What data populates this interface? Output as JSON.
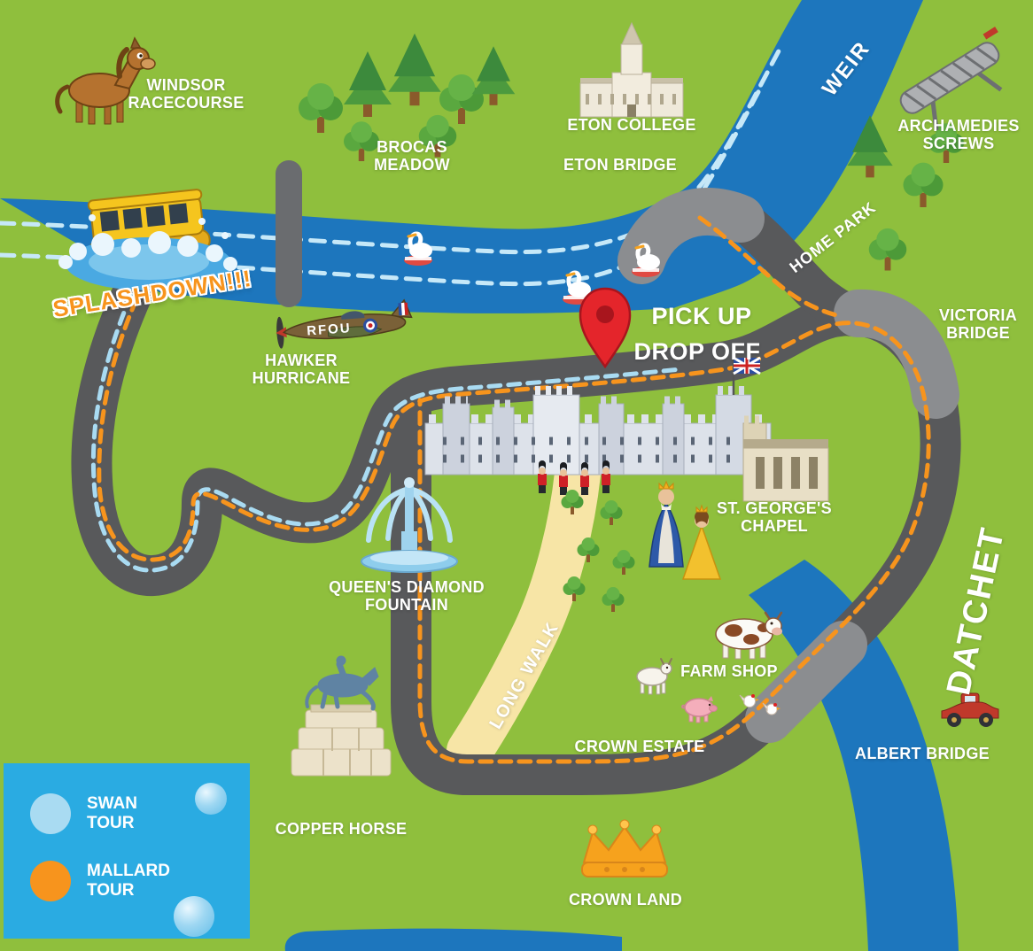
{
  "legend": {
    "swan_tour": "SWAN TOUR",
    "mallard_tour": "MALLARD TOUR",
    "swan_color": "#a9dbf2",
    "mallard_color": "#f7941d",
    "panel_color": "#2aabe2"
  },
  "colors": {
    "grass": "#8fbf3d",
    "river": "#1d76bd",
    "road": "#58595b",
    "bridge": "#8b8d90",
    "swan_route": "#a9dbf2",
    "mallard_route": "#f7941d",
    "long_walk_path": "#f7e5a6",
    "pin": "#e4252b"
  },
  "labels": {
    "windsor_racecourse": "WINDSOR RACECOURSE",
    "brocas_meadow": "BROCAS MEADOW",
    "eton_college": "ETON COLLEGE",
    "eton_bridge": "ETON BRIDGE",
    "weir": "WEIR",
    "archamedies_screws": "ARCHAMEDIES SCREWS",
    "home_park": "HOME PARK",
    "victoria_bridge": "VICTORIA BRIDGE",
    "splashdown": "SPLASHDOWN!!!",
    "hawker_hurricane": "HAWKER HURRICANE",
    "pick_up": "PICK UP",
    "drop_off": "DROP OFF",
    "st_georges_chapel": "ST. GEORGE'S CHAPEL",
    "queens_diamond_fountain": "QUEEN'S DIAMOND FOUNTAIN",
    "long_walk": "LONG WALK",
    "farm_shop": "FARM SHOP",
    "crown_estate": "CROWN ESTATE",
    "datchet": "DATCHET",
    "albert_bridge": "ALBERT BRIDGE",
    "copper_horse": "COPPER HORSE",
    "crown_land": "CROWN LAND",
    "plane_marking": "RFOU"
  }
}
